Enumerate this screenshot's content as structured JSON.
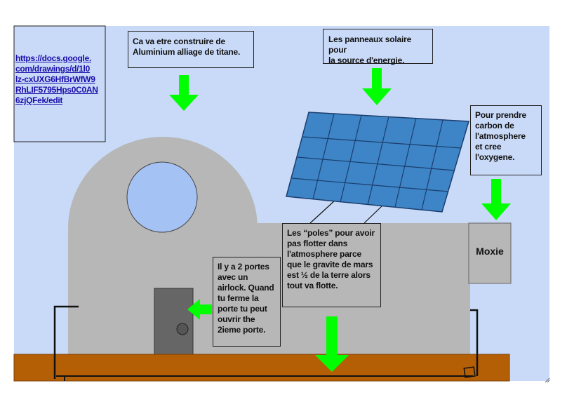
{
  "link": {
    "text": "https://docs.google.\ncom/drawings/d/1l0\nlz-cxUXG6HfBrWfW9\nRhLIF5795Hps0C0AN\n6zjQFek/edit"
  },
  "notes": {
    "material": "Ca va etre construire de\nAluminium alliage de titane.",
    "solar": "Les panneaux solaire pour\nla source d'energie.",
    "carbon": "Pour prendre\ncarbon de\nl'atmosphere\net cree\nl'oxygene.",
    "poles": "Les “poles” pour avoir\npas flotter dans\nl'atmosphere parce\nque le gravite de mars\nest ½ de la terre alors\ntout va flotte.",
    "doors": "Il y a 2 portes\navec un\nairlock. Quand\ntu ferme la\nporte tu peut\nouvrir the\n2ieme porte."
  },
  "moxie_label": "Moxie",
  "colors": {
    "sky": "#c9daf8",
    "building": "#b7b7b7",
    "window": "#a4c2f4",
    "ground": "#b45f06",
    "door": "#666666",
    "solar_panel": "#3d85c6",
    "arrow": "#00ff00"
  }
}
